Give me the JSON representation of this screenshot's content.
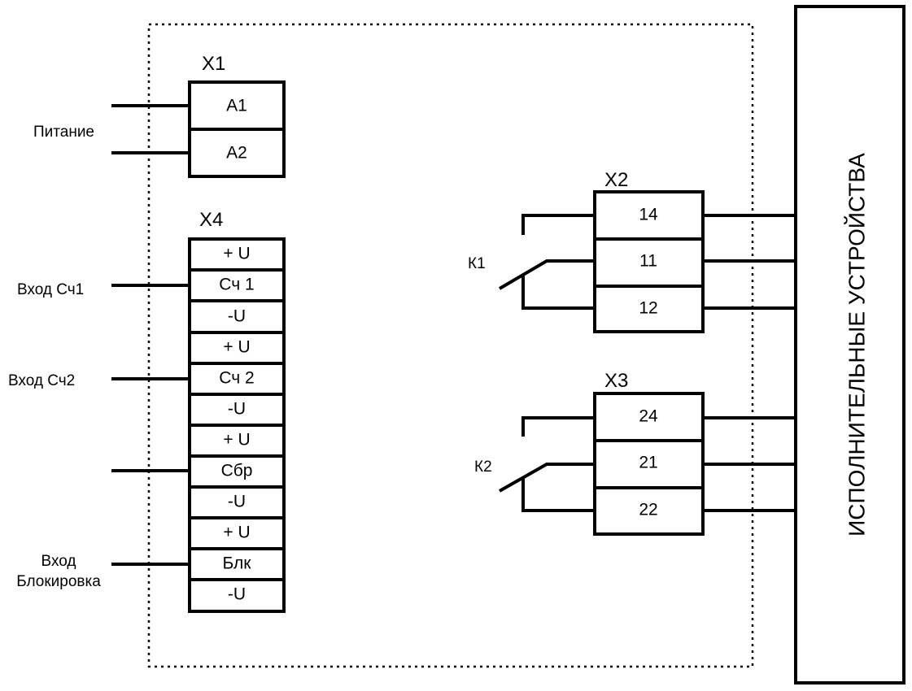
{
  "x1": {
    "name": "X1",
    "cells": [
      "A1",
      "A2"
    ]
  },
  "x4": {
    "name": "X4",
    "cells": [
      "+ U",
      "Сч 1",
      "-U",
      "+ U",
      "Сч 2",
      "-U",
      "+ U",
      "Сбр",
      "-U",
      "+ U",
      "Блк",
      "-U"
    ]
  },
  "x2": {
    "name": "X2",
    "cells": [
      "14",
      "11",
      "12"
    ]
  },
  "x3": {
    "name": "X3",
    "cells": [
      "24",
      "21",
      "22"
    ]
  },
  "labels": {
    "power": "Питание",
    "input1": "Вход Сч1",
    "input2": "Вход Сч2",
    "block_line1": "Вход",
    "block_line2": "Блокировка",
    "k1": "К1",
    "k2": "К2"
  },
  "executive": "ИСПОЛНИТЕЛЬНЫЕ УСТРОЙСТВА"
}
